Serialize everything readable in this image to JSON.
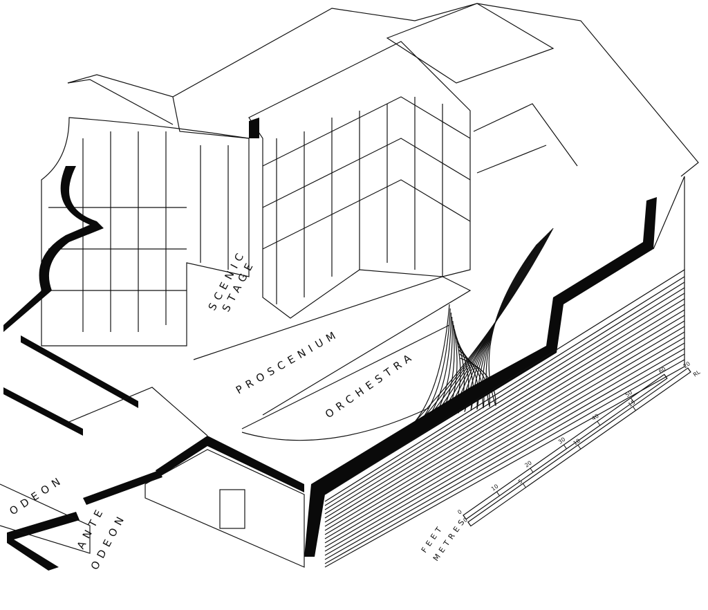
{
  "labels": {
    "scenic_stage_1": "SCENIC",
    "scenic_stage_2": "STAGE",
    "proscenium": "PROSCENIUM",
    "orchestra": "ORCHESTRA",
    "odeon": "ODEON",
    "ante_odeon_1": "ANTE",
    "ante_odeon_2": "ODEON"
  },
  "scale": {
    "feet_label": "FEET",
    "metres_label": "METRES",
    "feet_ticks": [
      0,
      10,
      20,
      30,
      40,
      50,
      60
    ],
    "metre_ticks": [
      0,
      5,
      10,
      15,
      20
    ],
    "signature": "RL"
  }
}
